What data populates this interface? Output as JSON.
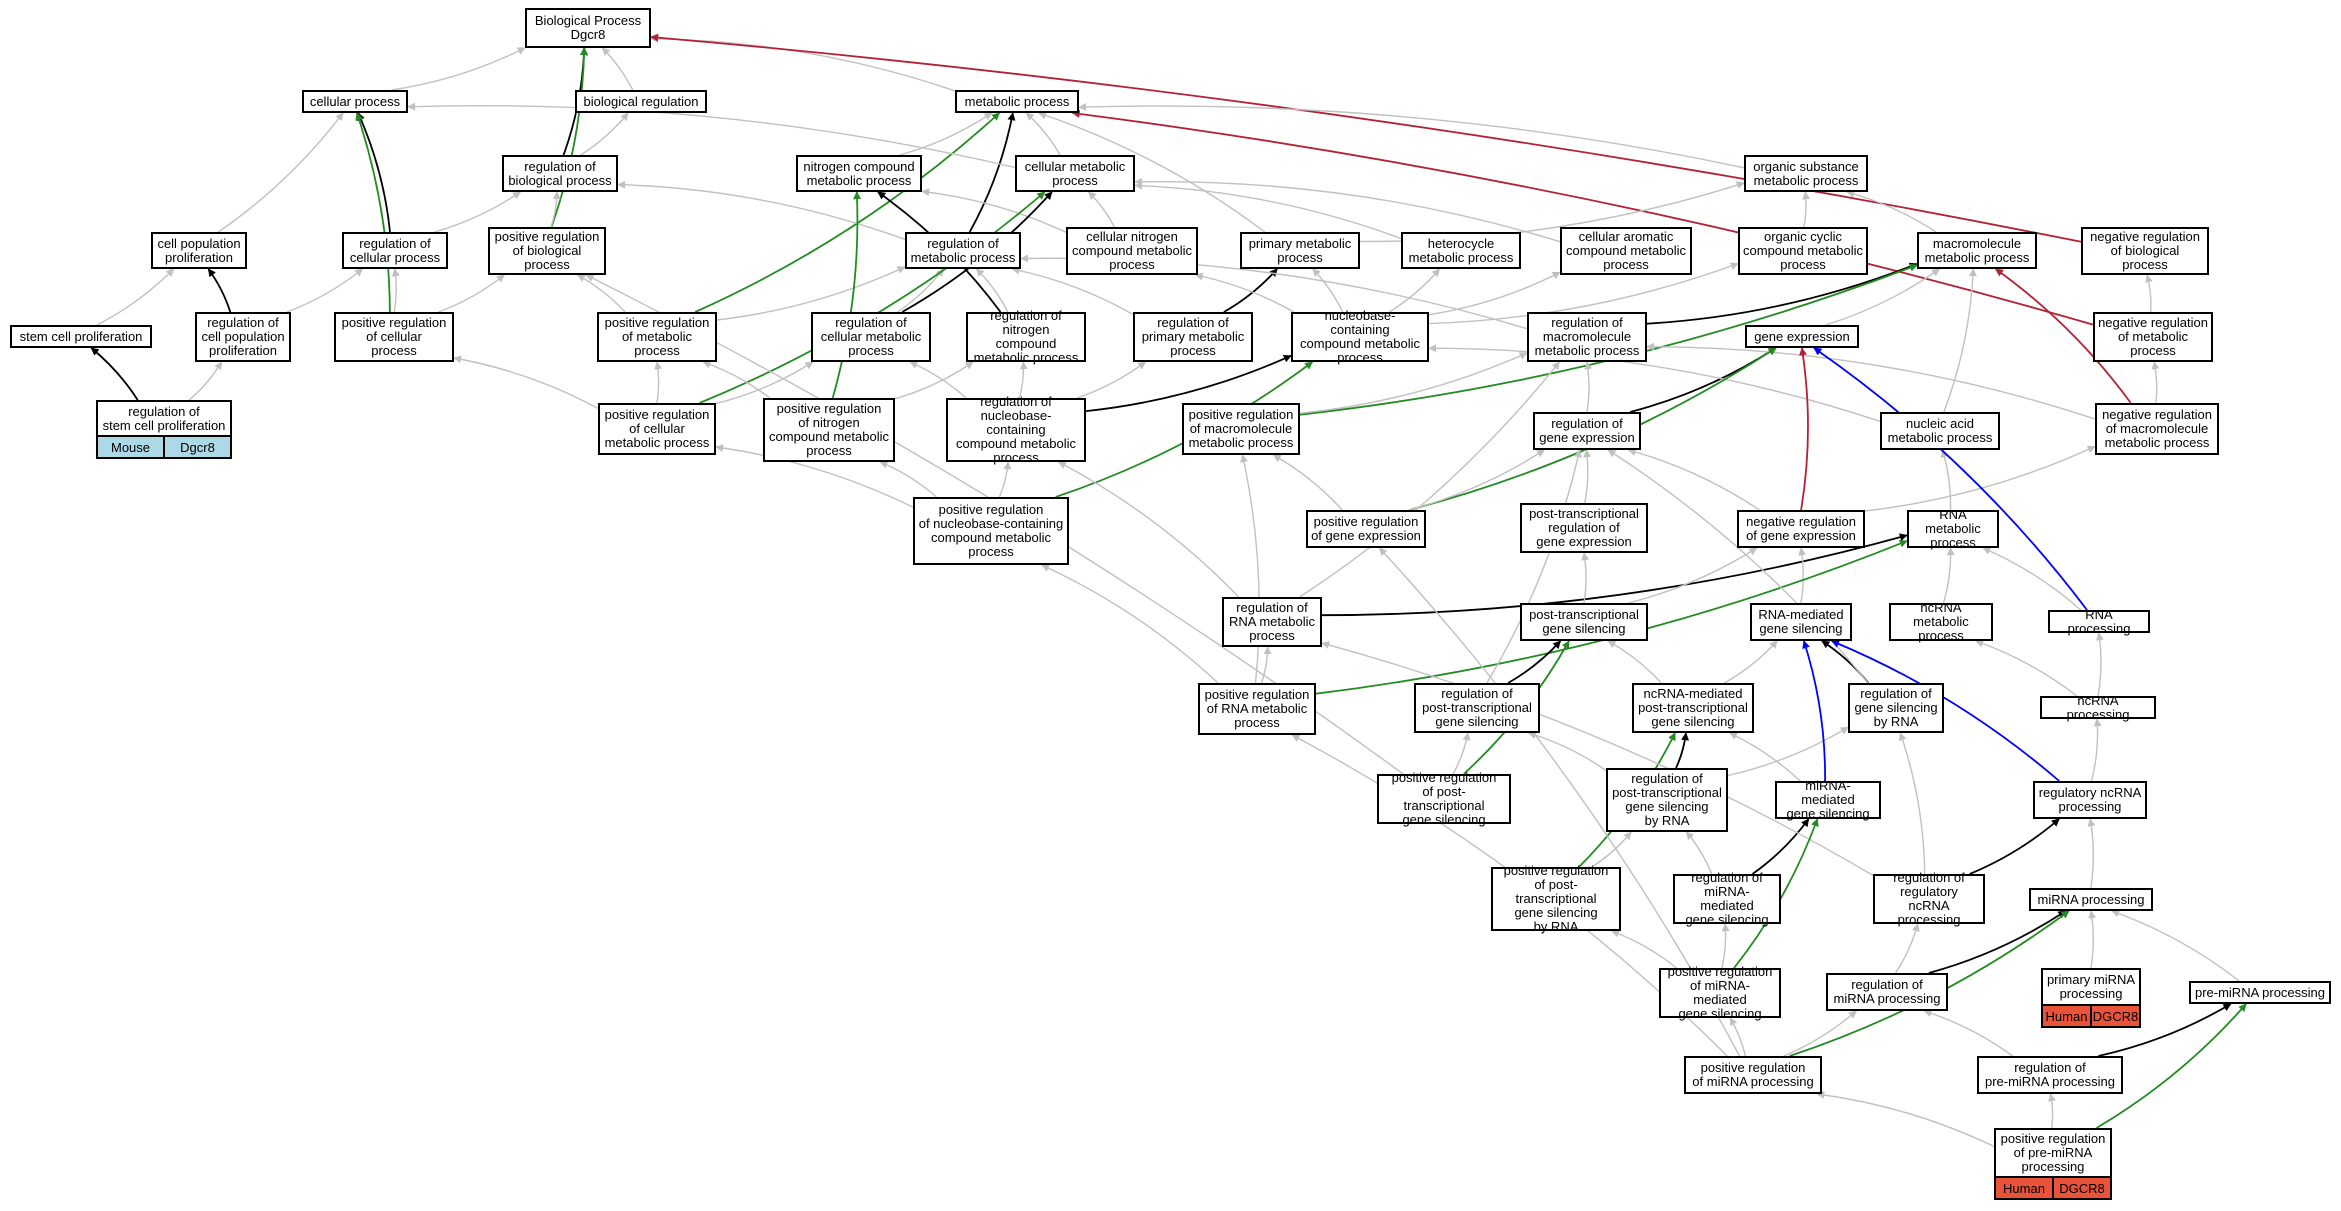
{
  "colors": {
    "default": "#c0c0c0",
    "is_a": "#000000",
    "positive": "#228b22",
    "negative": "#b22234",
    "part_of": "#0000ff",
    "mouse_tag": "#add8e6",
    "human_tag": "#e8533a"
  },
  "nodes": {
    "bp": "Biological Process\nDgcr8",
    "cellular_process": "cellular process",
    "biological_regulation": "biological regulation",
    "metabolic_process": "metabolic process",
    "reg_bio_process": "regulation of\nbiological process",
    "nitrogen_compound_mp": "nitrogen compound\nmetabolic process",
    "cellular_mp": "cellular metabolic\nprocess",
    "organic_substance_mp": "organic substance\nmetabolic process",
    "cell_pop_prolif": "cell population\nproliferation",
    "reg_cellular_process": "regulation of\ncellular process",
    "pos_reg_bio_process": "positive regulation\nof biological\nprocess",
    "reg_metabolic_process": "regulation of\nmetabolic process",
    "cellular_nitrogen_cmp": "cellular nitrogen\ncompound metabolic\nprocess",
    "primary_mp": "primary metabolic\nprocess",
    "heterocycle_mp": "heterocycle\nmetabolic process",
    "cellular_aromatic_cmp": "cellular aromatic\ncompound metabolic\nprocess",
    "organic_cyclic_cmp": "organic cyclic\ncompound metabolic\nprocess",
    "macromolecule_mp": "macromolecule\nmetabolic process",
    "neg_reg_bio_process": "negative regulation\nof biological\nprocess",
    "stem_cell_prolif": "stem cell proliferation",
    "reg_cell_pop_prolif": "regulation of\ncell population\nproliferation",
    "pos_reg_cellular_process": "positive regulation\nof cellular\nprocess",
    "pos_reg_metabolic_process": "positive regulation\nof metabolic\nprocess",
    "reg_cellular_mp": "regulation of\ncellular metabolic\nprocess",
    "reg_nitrogen_cmp": "regulation of\nnitrogen compound\nmetabolic process",
    "reg_primary_mp": "regulation of\nprimary metabolic\nprocess",
    "nucleobase_cmp": "nucleobase-containing\ncompound metabolic\nprocess",
    "reg_macromolecule_mp": "regulation of\nmacromolecule\nmetabolic process",
    "gene_expression": "gene expression",
    "neg_reg_metabolic_process": "negative regulation\nof metabolic\nprocess",
    "reg_stem_cell_prolif": "regulation of\nstem cell proliferation",
    "pos_reg_cellular_mp": "positive regulation\nof cellular\nmetabolic process",
    "pos_reg_nitrogen_cmp": "positive regulation\nof nitrogen\ncompound metabolic\nprocess",
    "reg_nucleobase_cmp": "regulation of\nnucleobase-containing\ncompound metabolic\nprocess",
    "pos_reg_macromolecule_mp": "positive regulation\nof macromolecule\nmetabolic process",
    "reg_gene_expression": "regulation of\ngene expression",
    "nucleic_acid_mp": "nucleic acid\nmetabolic process",
    "neg_reg_macromolecule_mp": "negative regulation\nof macromolecule\nmetabolic process",
    "pos_reg_nucleobase_cmp": "positive regulation\nof nucleobase-containing\ncompound metabolic\nprocess",
    "pos_reg_gene_expression": "positive regulation\nof gene expression",
    "post_trans_reg_ge": "post-transcriptional\nregulation of\ngene expression",
    "neg_reg_gene_expression": "negative regulation\nof gene expression",
    "rna_mp": "RNA metabolic\nprocess",
    "reg_rna_mp": "regulation of\nRNA metabolic\nprocess",
    "post_trans_gene_silencing": "post-transcriptional\ngene silencing",
    "rna_mediated_gs": "RNA-mediated\ngene silencing",
    "ncrna_mp": "ncRNA metabolic\nprocess",
    "rna_processing": "RNA processing",
    "pos_reg_rna_mp": "positive regulation\nof RNA metabolic\nprocess",
    "reg_post_trans_gs": "regulation of\npost-transcriptional\ngene silencing",
    "ncrna_mediated_ptgs": "ncRNA-mediated\npost-transcriptional\ngene silencing",
    "reg_gs_by_rna": "regulation of\ngene silencing\nby RNA",
    "ncrna_processing": "ncRNA processing",
    "pos_reg_ptgs": "positive regulation\nof post-transcriptional\ngene silencing",
    "reg_ptgs_by_rna": "regulation of\npost-transcriptional\ngene silencing\nby RNA",
    "mirna_mediated_gs": "miRNA-mediated\ngene silencing",
    "regulatory_ncrna_processing": "regulatory ncRNA\nprocessing",
    "pos_reg_ptgs_by_rna": "positive regulation\nof post-transcriptional\ngene silencing\nby RNA",
    "reg_mirna_mediated_gs": "regulation of\nmiRNA-mediated\ngene silencing",
    "reg_regulatory_ncrna_processing": "regulation of\nregulatory ncRNA\nprocessing",
    "mirna_processing": "miRNA processing",
    "pos_reg_mirna_mediated_gs": "positive regulation\nof miRNA-mediated\ngene silencing",
    "reg_mirna_processing": "regulation of\nmiRNA processing",
    "primary_mirna_processing": "primary miRNA\nprocessing",
    "pre_mirna_processing": "pre-miRNA processing",
    "pos_reg_mirna_processing": "positive regulation\nof miRNA processing",
    "reg_pre_mirna_processing": "regulation of\npre-miRNA processing",
    "pos_reg_pre_mirna_processing": "positive regulation\nof pre-miRNA\nprocessing"
  },
  "annotations": {
    "reg_stem_cell_prolif": {
      "species": "Mouse",
      "gene": "Dgcr8"
    },
    "primary_mirna_processing": {
      "species": "Human",
      "gene": "DGCR8"
    },
    "pos_reg_pre_mirna_processing": {
      "species": "Human",
      "gene": "DGCR8"
    }
  },
  "edges": [
    [
      "cellular_process",
      "bp",
      "default"
    ],
    [
      "biological_regulation",
      "bp",
      "default"
    ],
    [
      "metabolic_process",
      "bp",
      "default"
    ],
    [
      "reg_bio_process",
      "bp",
      "is_a"
    ],
    [
      "pos_reg_bio_process",
      "bp",
      "positive"
    ],
    [
      "neg_reg_bio_process",
      "bp",
      "negative"
    ],
    [
      "reg_bio_process",
      "biological_regulation",
      "default"
    ],
    [
      "reg_cellular_process",
      "cellular_process",
      "is_a"
    ],
    [
      "cell_pop_prolif",
      "cellular_process",
      "default"
    ],
    [
      "pos_reg_cellular_process",
      "cellular_process",
      "positive"
    ],
    [
      "reg_cellular_process",
      "reg_bio_process",
      "default"
    ],
    [
      "pos_reg_bio_process",
      "reg_bio_process",
      "default"
    ],
    [
      "cellular_mp",
      "metabolic_process",
      "default"
    ],
    [
      "nitrogen_compound_mp",
      "metabolic_process",
      "default"
    ],
    [
      "primary_mp",
      "metabolic_process",
      "default"
    ],
    [
      "organic_substance_mp",
      "metabolic_process",
      "default"
    ],
    [
      "reg_metabolic_process",
      "metabolic_process",
      "is_a"
    ],
    [
      "pos_reg_metabolic_process",
      "metabolic_process",
      "positive"
    ],
    [
      "neg_reg_metabolic_process",
      "metabolic_process",
      "negative"
    ],
    [
      "reg_metabolic_process",
      "reg_bio_process",
      "default"
    ],
    [
      "cellular_mp",
      "cellular_process",
      "default"
    ],
    [
      "cellular_nitrogen_cmp",
      "cellular_mp",
      "default"
    ],
    [
      "cellular_nitrogen_cmp",
      "nitrogen_compound_mp",
      "default"
    ],
    [
      "heterocycle_mp",
      "cellular_mp",
      "default"
    ],
    [
      "cellular_aromatic_cmp",
      "cellular_mp",
      "default"
    ],
    [
      "macromolecule_mp",
      "organic_substance_mp",
      "default"
    ],
    [
      "organic_cyclic_cmp",
      "organic_substance_mp",
      "default"
    ],
    [
      "primary_mp",
      "organic_substance_mp",
      "default"
    ],
    [
      "reg_cell_pop_prolif",
      "cell_pop_prolif",
      "is_a"
    ],
    [
      "stem_cell_prolif",
      "cell_pop_prolif",
      "default"
    ],
    [
      "reg_cell_pop_prolif",
      "reg_cellular_process",
      "default"
    ],
    [
      "pos_reg_cellular_process",
      "reg_cellular_process",
      "default"
    ],
    [
      "pos_reg_cellular_process",
      "pos_reg_bio_process",
      "default"
    ],
    [
      "pos_reg_metabolic_process",
      "pos_reg_bio_process",
      "default"
    ],
    [
      "reg_stem_cell_prolif",
      "stem_cell_prolif",
      "is_a"
    ],
    [
      "reg_stem_cell_prolif",
      "reg_cell_pop_prolif",
      "default"
    ],
    [
      "pos_reg_metabolic_process",
      "reg_metabolic_process",
      "default"
    ],
    [
      "reg_cellular_mp",
      "reg_metabolic_process",
      "default"
    ],
    [
      "reg_cellular_mp",
      "cellular_mp",
      "is_a"
    ],
    [
      "reg_nitrogen_cmp",
      "nitrogen_compound_mp",
      "is_a"
    ],
    [
      "reg_nitrogen_cmp",
      "reg_metabolic_process",
      "default"
    ],
    [
      "reg_primary_mp",
      "primary_mp",
      "is_a"
    ],
    [
      "reg_primary_mp",
      "reg_metabolic_process",
      "default"
    ],
    [
      "nucleobase_cmp",
      "cellular_nitrogen_cmp",
      "default"
    ],
    [
      "nucleobase_cmp",
      "heterocycle_mp",
      "default"
    ],
    [
      "nucleobase_cmp",
      "cellular_aromatic_cmp",
      "default"
    ],
    [
      "nucleobase_cmp",
      "organic_cyclic_cmp",
      "default"
    ],
    [
      "nucleobase_cmp",
      "primary_mp",
      "default"
    ],
    [
      "reg_macromolecule_mp",
      "macromolecule_mp",
      "is_a"
    ],
    [
      "reg_macromolecule_mp",
      "reg_metabolic_process",
      "default"
    ],
    [
      "gene_expression",
      "macromolecule_mp",
      "default"
    ],
    [
      "neg_reg_metabolic_process",
      "neg_reg_bio_process",
      "default"
    ],
    [
      "pos_reg_cellular_mp",
      "pos_reg_cellular_process",
      "default"
    ],
    [
      "pos_reg_cellular_mp",
      "pos_reg_metabolic_process",
      "default"
    ],
    [
      "pos_reg_cellular_mp",
      "cellular_mp",
      "positive"
    ],
    [
      "pos_reg_cellular_mp",
      "reg_cellular_mp",
      "default"
    ],
    [
      "pos_reg_nitrogen_cmp",
      "nitrogen_compound_mp",
      "positive"
    ],
    [
      "pos_reg_nitrogen_cmp",
      "pos_reg_metabolic_process",
      "default"
    ],
    [
      "pos_reg_nitrogen_cmp",
      "reg_nitrogen_cmp",
      "default"
    ],
    [
      "reg_nucleobase_cmp",
      "nucleobase_cmp",
      "is_a"
    ],
    [
      "reg_nucleobase_cmp",
      "reg_cellular_mp",
      "default"
    ],
    [
      "reg_nucleobase_cmp",
      "reg_nitrogen_cmp",
      "default"
    ],
    [
      "reg_nucleobase_cmp",
      "reg_primary_mp",
      "default"
    ],
    [
      "pos_reg_macromolecule_mp",
      "macromolecule_mp",
      "positive"
    ],
    [
      "pos_reg_macromolecule_mp",
      "reg_macromolecule_mp",
      "default"
    ],
    [
      "reg_gene_expression",
      "gene_expression",
      "is_a"
    ],
    [
      "reg_gene_expression",
      "reg_macromolecule_mp",
      "default"
    ],
    [
      "nucleic_acid_mp",
      "macromolecule_mp",
      "default"
    ],
    [
      "nucleic_acid_mp",
      "nucleobase_cmp",
      "default"
    ],
    [
      "neg_reg_macromolecule_mp",
      "macromolecule_mp",
      "negative"
    ],
    [
      "neg_reg_macromolecule_mp",
      "reg_macromolecule_mp",
      "default"
    ],
    [
      "neg_reg_macromolecule_mp",
      "neg_reg_metabolic_process",
      "default"
    ],
    [
      "pos_reg_nucleobase_cmp",
      "nucleobase_cmp",
      "positive"
    ],
    [
      "pos_reg_nucleobase_cmp",
      "reg_nucleobase_cmp",
      "default"
    ],
    [
      "pos_reg_nucleobase_cmp",
      "pos_reg_cellular_mp",
      "default"
    ],
    [
      "pos_reg_nucleobase_cmp",
      "pos_reg_nitrogen_cmp",
      "default"
    ],
    [
      "pos_reg_gene_expression",
      "gene_expression",
      "positive"
    ],
    [
      "pos_reg_gene_expression",
      "reg_gene_expression",
      "default"
    ],
    [
      "pos_reg_gene_expression",
      "pos_reg_macromolecule_mp",
      "default"
    ],
    [
      "post_trans_reg_ge",
      "reg_gene_expression",
      "default"
    ],
    [
      "neg_reg_gene_expression",
      "gene_expression",
      "negative"
    ],
    [
      "neg_reg_gene_expression",
      "reg_gene_expression",
      "default"
    ],
    [
      "neg_reg_gene_expression",
      "neg_reg_macromolecule_mp",
      "default"
    ],
    [
      "rna_mp",
      "nucleic_acid_mp",
      "default"
    ],
    [
      "reg_rna_mp",
      "rna_mp",
      "is_a"
    ],
    [
      "reg_rna_mp",
      "reg_nucleobase_cmp",
      "default"
    ],
    [
      "reg_rna_mp",
      "reg_macromolecule_mp",
      "default"
    ],
    [
      "post_trans_gene_silencing",
      "post_trans_reg_ge",
      "default"
    ],
    [
      "post_trans_gene_silencing",
      "neg_reg_gene_expression",
      "default"
    ],
    [
      "rna_mediated_gs",
      "neg_reg_gene_expression",
      "default"
    ],
    [
      "ncrna_mp",
      "rna_mp",
      "default"
    ],
    [
      "rna_processing",
      "rna_mp",
      "default"
    ],
    [
      "rna_processing",
      "gene_expression",
      "part_of"
    ],
    [
      "pos_reg_rna_mp",
      "rna_mp",
      "positive"
    ],
    [
      "pos_reg_rna_mp",
      "reg_rna_mp",
      "default"
    ],
    [
      "pos_reg_rna_mp",
      "pos_reg_nucleobase_cmp",
      "default"
    ],
    [
      "pos_reg_rna_mp",
      "pos_reg_macromolecule_mp",
      "default"
    ],
    [
      "reg_post_trans_gs",
      "post_trans_gene_silencing",
      "is_a"
    ],
    [
      "reg_post_trans_gs",
      "reg_gene_expression",
      "default"
    ],
    [
      "ncrna_mediated_ptgs",
      "post_trans_gene_silencing",
      "default"
    ],
    [
      "ncrna_mediated_ptgs",
      "rna_mediated_gs",
      "default"
    ],
    [
      "reg_gs_by_rna",
      "rna_mediated_gs",
      "is_a"
    ],
    [
      "reg_gs_by_rna",
      "reg_gene_expression",
      "default"
    ],
    [
      "ncrna_processing",
      "rna_processing",
      "default"
    ],
    [
      "ncrna_processing",
      "ncrna_mp",
      "default"
    ],
    [
      "pos_reg_ptgs",
      "post_trans_gene_silencing",
      "positive"
    ],
    [
      "pos_reg_ptgs",
      "reg_post_trans_gs",
      "default"
    ],
    [
      "pos_reg_ptgs",
      "pos_reg_bio_process",
      "default"
    ],
    [
      "reg_ptgs_by_rna",
      "ncrna_mediated_ptgs",
      "is_a"
    ],
    [
      "reg_ptgs_by_rna",
      "reg_post_trans_gs",
      "default"
    ],
    [
      "reg_ptgs_by_rna",
      "reg_gs_by_rna",
      "default"
    ],
    [
      "mirna_mediated_gs",
      "ncrna_mediated_ptgs",
      "default"
    ],
    [
      "mirna_mediated_gs",
      "rna_mediated_gs",
      "part_of"
    ],
    [
      "regulatory_ncrna_processing",
      "ncrna_processing",
      "default"
    ],
    [
      "regulatory_ncrna_processing",
      "rna_mediated_gs",
      "part_of"
    ],
    [
      "pos_reg_ptgs_by_rna",
      "ncrna_mediated_ptgs",
      "positive"
    ],
    [
      "pos_reg_ptgs_by_rna",
      "reg_ptgs_by_rna",
      "default"
    ],
    [
      "reg_mirna_mediated_gs",
      "mirna_mediated_gs",
      "is_a"
    ],
    [
      "reg_mirna_mediated_gs",
      "reg_ptgs_by_rna",
      "default"
    ],
    [
      "reg_regulatory_ncrna_processing",
      "regulatory_ncrna_processing",
      "is_a"
    ],
    [
      "reg_regulatory_ncrna_processing",
      "reg_rna_mp",
      "default"
    ],
    [
      "reg_regulatory_ncrna_processing",
      "reg_gs_by_rna",
      "default"
    ],
    [
      "mirna_processing",
      "regulatory_ncrna_processing",
      "default"
    ],
    [
      "pos_reg_mirna_mediated_gs",
      "mirna_mediated_gs",
      "positive"
    ],
    [
      "pos_reg_mirna_mediated_gs",
      "reg_mirna_mediated_gs",
      "default"
    ],
    [
      "pos_reg_mirna_mediated_gs",
      "pos_reg_ptgs_by_rna",
      "default"
    ],
    [
      "reg_mirna_processing",
      "mirna_processing",
      "is_a"
    ],
    [
      "reg_mirna_processing",
      "reg_regulatory_ncrna_processing",
      "default"
    ],
    [
      "primary_mirna_processing",
      "mirna_processing",
      "default"
    ],
    [
      "pre_mirna_processing",
      "mirna_processing",
      "default"
    ],
    [
      "pos_reg_mirna_processing",
      "mirna_processing",
      "positive"
    ],
    [
      "pos_reg_mirna_processing",
      "reg_mirna_processing",
      "default"
    ],
    [
      "pos_reg_mirna_processing",
      "pos_reg_mirna_mediated_gs",
      "default"
    ],
    [
      "pos_reg_mirna_processing",
      "pos_reg_rna_mp",
      "default"
    ],
    [
      "pos_reg_mirna_processing",
      "pos_reg_gene_expression",
      "default"
    ],
    [
      "reg_pre_mirna_processing",
      "pre_mirna_processing",
      "is_a"
    ],
    [
      "reg_pre_mirna_processing",
      "reg_mirna_processing",
      "default"
    ],
    [
      "pos_reg_pre_mirna_processing",
      "pre_mirna_processing",
      "positive"
    ],
    [
      "pos_reg_pre_mirna_processing",
      "reg_pre_mirna_processing",
      "default"
    ],
    [
      "pos_reg_pre_mirna_processing",
      "pos_reg_mirna_processing",
      "default"
    ]
  ]
}
